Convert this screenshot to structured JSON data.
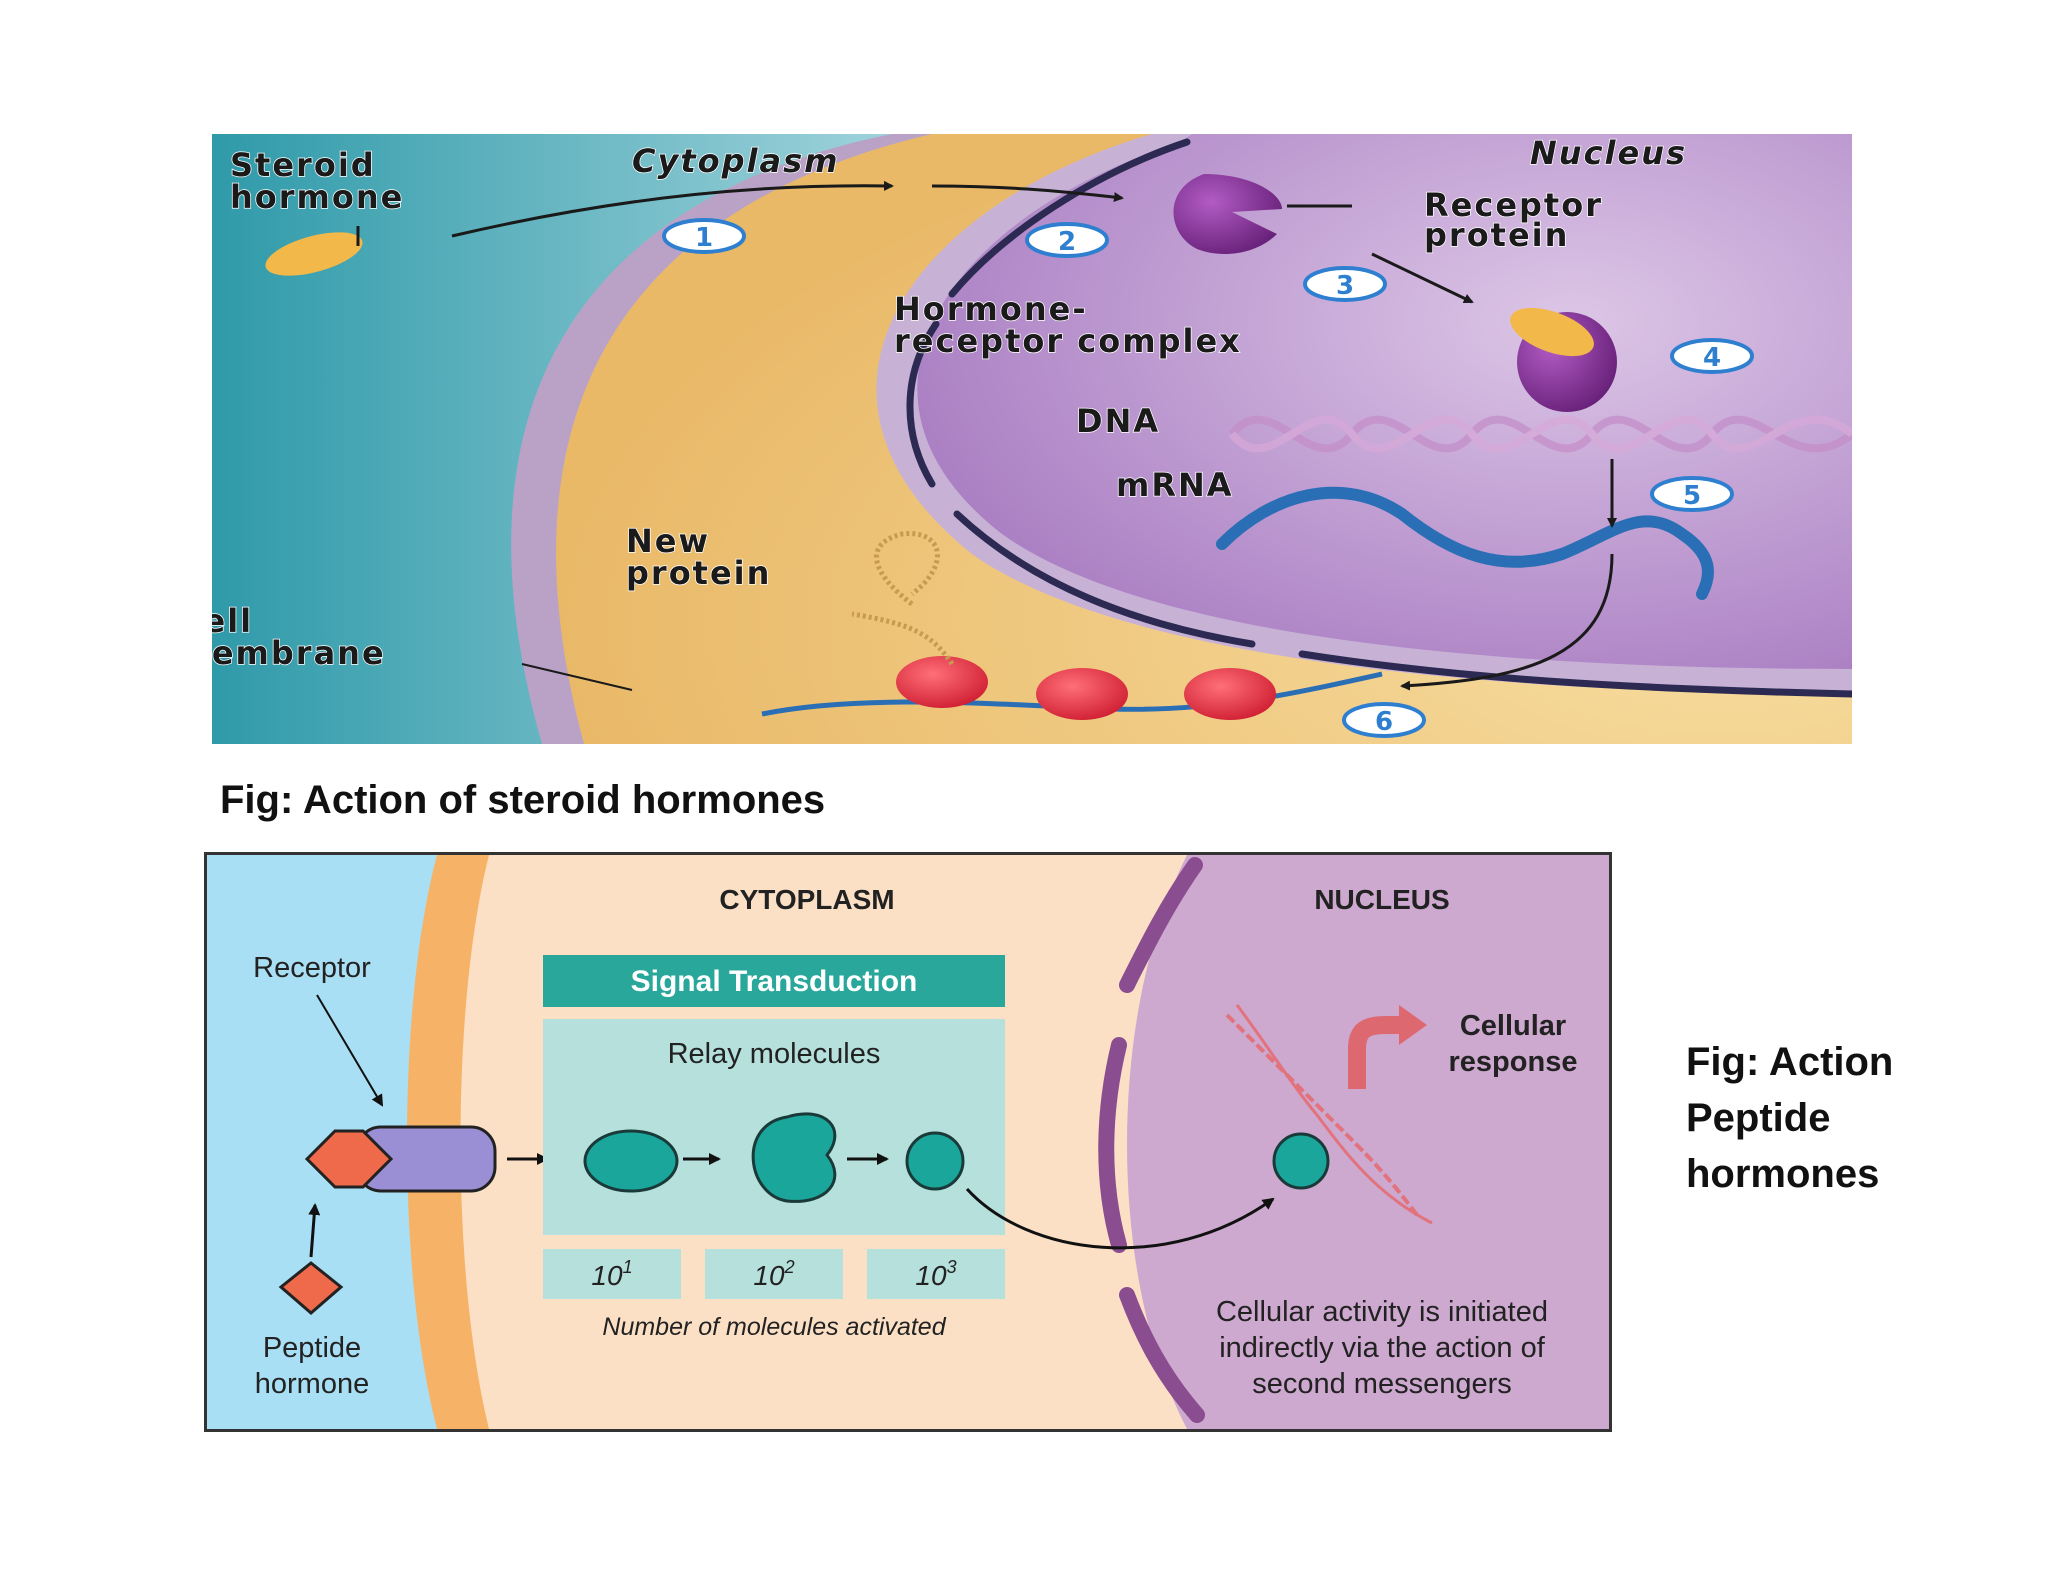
{
  "steroid_figure": {
    "labels": {
      "steroid_hormone": [
        "Steroid",
        "hormone"
      ],
      "cytoplasm": "Cytoplasm",
      "nucleus": "Nucleus",
      "receptor_protein": [
        "Receptor",
        "protein"
      ],
      "hormone_receptor_complex": [
        "Hormone-",
        "receptor complex"
      ],
      "dna": "DNA",
      "mrna": "mRNA",
      "new_protein": [
        "New",
        "protein"
      ],
      "cell_membrane": [
        "Cell",
        "Membrane"
      ]
    },
    "steps": [
      "1",
      "2",
      "3",
      "4",
      "5",
      "6"
    ],
    "caption": "Fig: Action of steroid hormones"
  },
  "peptide_figure": {
    "labels": {
      "cytoplasm": "CYTOPLASM",
      "nucleus": "NUCLEUS",
      "receptor": "Receptor",
      "peptide_hormone": [
        "Peptide",
        "hormone"
      ],
      "signal_transduction": "Signal Transduction",
      "relay_molecules": "Relay molecules",
      "cellular_response": [
        "Cellular",
        "response"
      ],
      "counts": [
        "10",
        "10",
        "10"
      ],
      "count_exponents": [
        "1",
        "2",
        "3"
      ],
      "number_activated": "Number of molecules activated",
      "second_messengers": [
        "Cellular activity is initiated",
        "indirectly via the action of",
        "second messengers"
      ]
    },
    "caption": [
      "Fig: Action",
      "Peptide",
      "hormones"
    ]
  },
  "colors": {
    "extracellular_blue": "#9ed4e6",
    "cytoplasm_tan": "#f1c983",
    "nucleus_purple": "#c5a9d8",
    "receptor_purple": "#7e2a8f",
    "hormone_yellow": "#f2b94a",
    "ribosome_red": "#e0283a",
    "mrna_blue": "#2a6fb5",
    "step_blue": "#2f7fd0",
    "teal": "#1aa69a",
    "signal_header": "#2aa79b",
    "relay_bg": "#b5e0dc",
    "peptide_bg_blue": "#a9dff4",
    "peptide_cyto": "#fbe0c6",
    "peptide_nucleus": "#cda8cf",
    "orange_hormone": "#ee6a4a"
  }
}
